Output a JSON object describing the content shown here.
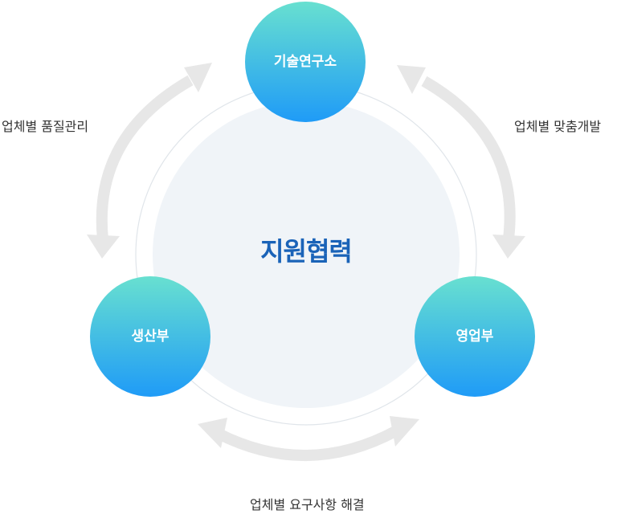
{
  "center": {
    "title": "지원협력"
  },
  "nodes": {
    "research": "기술연구소",
    "production": "생산부",
    "sales": "영업부"
  },
  "relations": {
    "quality": "업체별 품질관리",
    "custom_dev": "업체별 맞춤개발",
    "requirements": "업체별 요구사항 해결"
  },
  "colors": {
    "gradient_top": "#68e0d0",
    "gradient_bottom": "#1f9bf7",
    "center_fill": "#f0f4f8",
    "center_text": "#1a63b8",
    "arrow": "#e7e7e7",
    "ring_stroke": "#e0e5ea"
  }
}
